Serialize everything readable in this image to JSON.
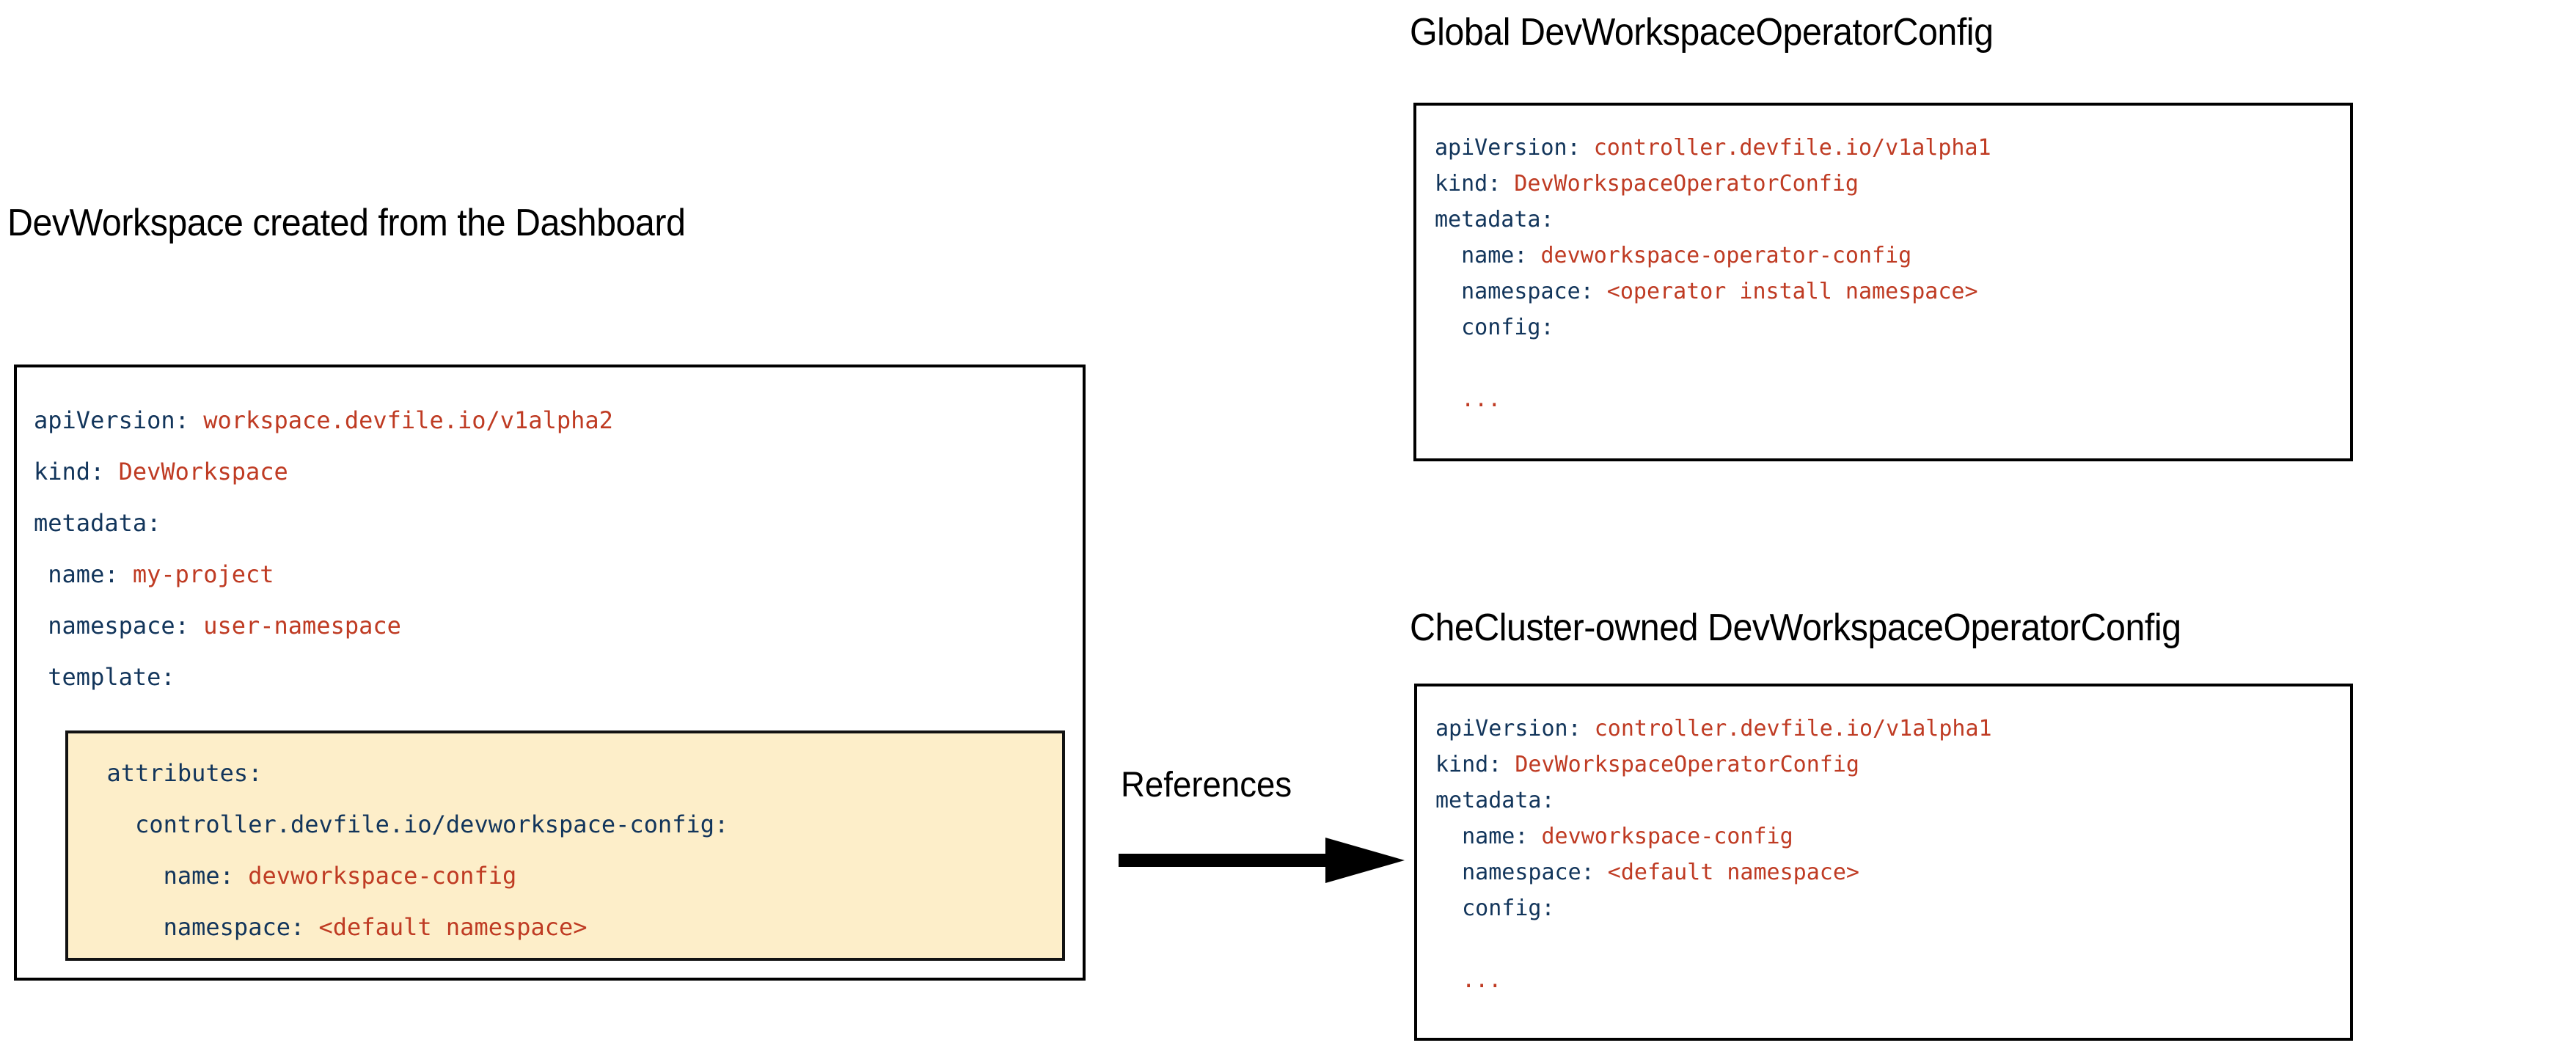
{
  "colors": {
    "key": "#12355b",
    "value": "#bf3b23",
    "highlight_bg": "#fdeec9",
    "border": "#000000",
    "title": "#000000"
  },
  "left_panel": {
    "title": "DevWorkspace created from the Dashboard",
    "code_lines": [
      {
        "key": "apiVersion:",
        "value": " workspace.devfile.io/v1alpha2"
      },
      {
        "key": "kind:",
        "value": " DevWorkspace"
      },
      {
        "key": "metadata:",
        "value": ""
      },
      {
        "key": " name:",
        "value": " my-project"
      },
      {
        "key": " namespace:",
        "value": " user-namespace"
      },
      {
        "key": " template:",
        "value": ""
      }
    ],
    "highlight": {
      "code_lines": [
        {
          "key": "  attributes:",
          "value": ""
        },
        {
          "key": "    controller.devfile.io/devworkspace-config:",
          "value": ""
        },
        {
          "key": "      name:",
          "value": " devworkspace-config"
        },
        {
          "key": "      namespace:",
          "value": " <default namespace>"
        }
      ]
    }
  },
  "arrow": {
    "label": "References",
    "icon": "arrow-right-icon"
  },
  "right_top_panel": {
    "title": "Global DevWorkspaceOperatorConfig",
    "code_lines": [
      {
        "key": "apiVersion:",
        "value": " controller.devfile.io/v1alpha1"
      },
      {
        "key": "kind:",
        "value": " DevWorkspaceOperatorConfig"
      },
      {
        "key": "metadata:",
        "value": ""
      },
      {
        "key": "  name:",
        "value": " devworkspace-operator-config"
      },
      {
        "key": "  namespace:",
        "value": " <operator install namespace>"
      },
      {
        "key": "  config:",
        "value": ""
      },
      {
        "key": "",
        "value": ""
      },
      {
        "key": "  ",
        "value": "..."
      }
    ]
  },
  "right_bottom_panel": {
    "title": "CheCluster-owned DevWorkspaceOperatorConfig",
    "code_lines": [
      {
        "key": "apiVersion:",
        "value": " controller.devfile.io/v1alpha1"
      },
      {
        "key": "kind:",
        "value": " DevWorkspaceOperatorConfig"
      },
      {
        "key": "metadata:",
        "value": ""
      },
      {
        "key": "  name:",
        "value": " devworkspace-config"
      },
      {
        "key": "  namespace:",
        "value": " <default namespace>"
      },
      {
        "key": "  config:",
        "value": ""
      },
      {
        "key": "",
        "value": ""
      },
      {
        "key": "  ",
        "value": "..."
      }
    ]
  }
}
